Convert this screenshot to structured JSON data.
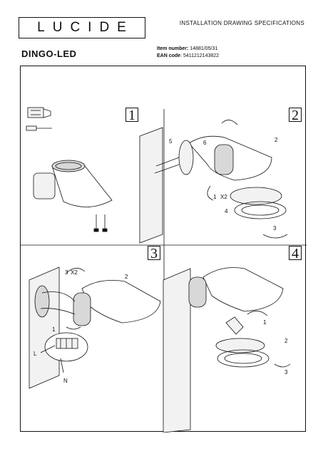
{
  "header": {
    "logo_text": "LUCIDE",
    "doc_title": "INSTALLATION DRAWING SPECIFICATIONS"
  },
  "product": {
    "name": "DINGO-LED",
    "item_number_label": "Item number:",
    "item_number": "14881/05/31",
    "ean_label": "EAN code",
    "ean": ": 5411212143822"
  },
  "steps": [
    {
      "number": "1"
    },
    {
      "number": "2"
    },
    {
      "number": "3"
    },
    {
      "number": "4"
    }
  ],
  "callouts": {
    "s2": [
      "5",
      "6",
      "2",
      "1",
      "X2",
      "4",
      "3"
    ],
    "s3": [
      "3",
      "X2",
      "2",
      "1",
      "L",
      "N"
    ],
    "s4": [
      "1",
      "2",
      "3"
    ]
  },
  "colors": {
    "line": "#111111",
    "fill_light": "#f2f2f2",
    "fill_mid": "#d8d8d8"
  }
}
